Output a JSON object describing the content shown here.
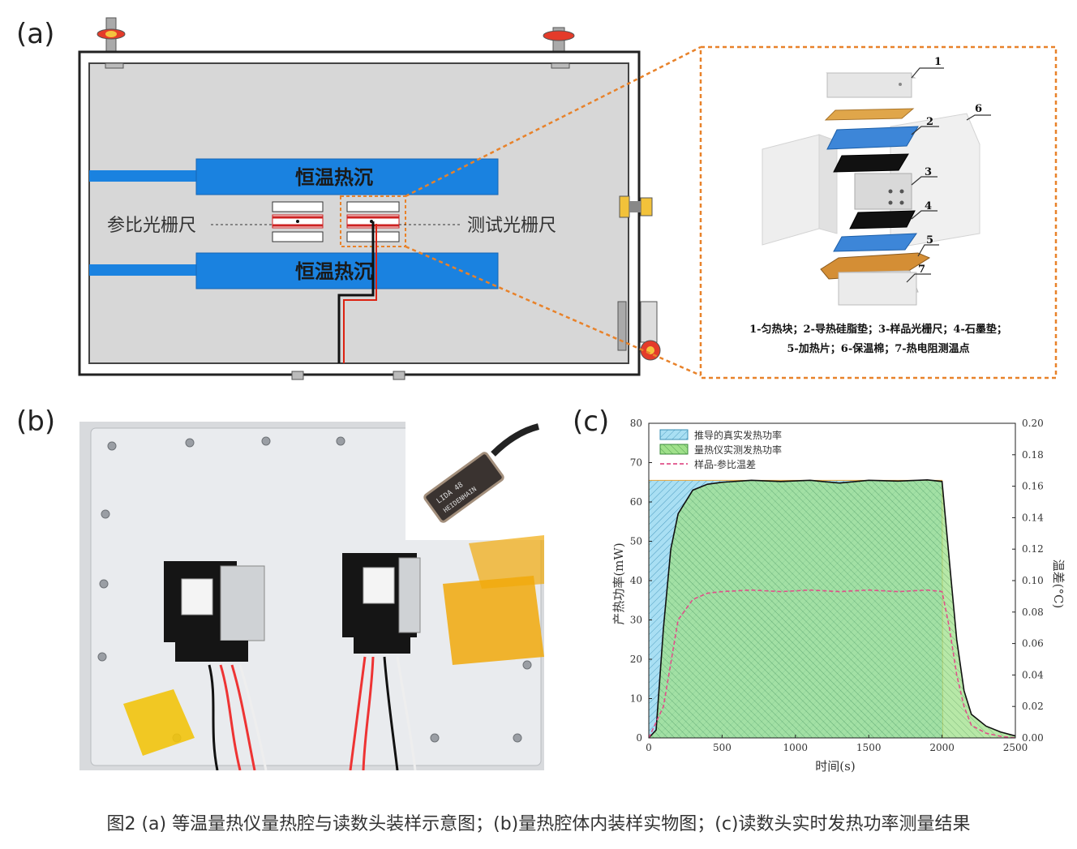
{
  "panels": {
    "a": "(a)",
    "b": "(b)",
    "c": "(c)"
  },
  "schematic": {
    "heat_sink_label": "恒温热沉",
    "reference_scale_label": "参比光栅尺",
    "test_scale_label": "测试光栅尺"
  },
  "exploded": {
    "part_numbers": [
      "1",
      "2",
      "3",
      "4",
      "5",
      "6",
      "7"
    ],
    "legend_line1": "1-匀热块；2-导热硅脂垫；3-样品光栅尺；4-石墨垫；",
    "legend_line2": "5-加热片；6-保温棉；7-热电阻测温点"
  },
  "photo": {
    "readhead_label": "LIDA 48",
    "readhead_brand": "HEIDENHAIN"
  },
  "chart_data": {
    "type": "area",
    "xlabel": "时间(s)",
    "ylabel": "产热功率(mW)",
    "y2label": "温差(°C)",
    "xlim": [
      0,
      2500
    ],
    "ylim": [
      0,
      80
    ],
    "y2lim": [
      0,
      0.2
    ],
    "xticks": [
      0,
      500,
      1000,
      1500,
      2000,
      2500
    ],
    "yticks": [
      0,
      10,
      20,
      30,
      40,
      50,
      60,
      70,
      80
    ],
    "y2ticks": [
      "0.00",
      "0.02",
      "0.04",
      "0.06",
      "0.08",
      "0.10",
      "0.12",
      "0.14",
      "0.16",
      "0.18",
      "0.20"
    ],
    "legend_position": "top-left",
    "series": [
      {
        "name": "推导的真实发热功率",
        "color": "#7fd3f0",
        "x": [
          0,
          1,
          5,
          2000,
          2005
        ],
        "y": [
          0,
          65.5,
          65.5,
          65.5,
          0
        ]
      },
      {
        "name": "量热仪实测发热功率",
        "color": "#8fe07a",
        "x": [
          0,
          50,
          100,
          150,
          200,
          300,
          400,
          500,
          700,
          900,
          1100,
          1300,
          1500,
          1700,
          1900,
          2000,
          2050,
          2100,
          2150,
          2200,
          2300,
          2400,
          2500
        ],
        "y": [
          0,
          2,
          28,
          48,
          57,
          63,
          64.5,
          65,
          65.5,
          65.2,
          65.5,
          64.8,
          65.5,
          65.3,
          65.6,
          65.2,
          45,
          25,
          12,
          6,
          3,
          1.5,
          0.5
        ]
      },
      {
        "name": "样品-参比温差",
        "color": "#e0508a",
        "x": [
          0,
          100,
          200,
          300,
          400,
          500,
          700,
          900,
          1100,
          1300,
          1500,
          1700,
          1900,
          2000,
          2050,
          2100,
          2150,
          2200,
          2300,
          2400,
          2500
        ],
        "y": [
          0,
          0.02,
          0.075,
          0.088,
          0.092,
          0.093,
          0.094,
          0.093,
          0.094,
          0.093,
          0.094,
          0.093,
          0.094,
          0.093,
          0.07,
          0.04,
          0.02,
          0.008,
          0.003,
          0.001,
          0.0
        ]
      }
    ]
  },
  "caption": "图2 (a) 等温量热仪量热腔与读数头装样示意图；(b)量热腔体内装样实物图；(c)读数头实时发热功率测量结果"
}
